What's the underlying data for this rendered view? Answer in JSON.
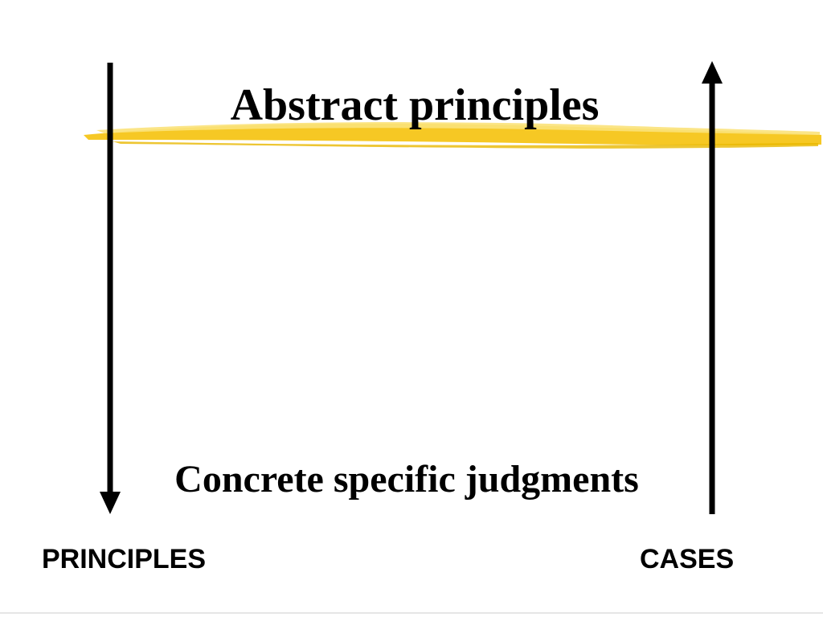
{
  "slide": {
    "title": "Abstract principles",
    "bottom_text": "Concrete specific judgments",
    "left_label": "PRINCIPLES",
    "right_label": "CASES"
  },
  "colors": {
    "highlight": "#f5c518",
    "highlight_light": "#fbe27a",
    "text": "#000000",
    "background": "#ffffff"
  },
  "arrows": {
    "left": {
      "direction": "down"
    },
    "right": {
      "direction": "up"
    }
  }
}
